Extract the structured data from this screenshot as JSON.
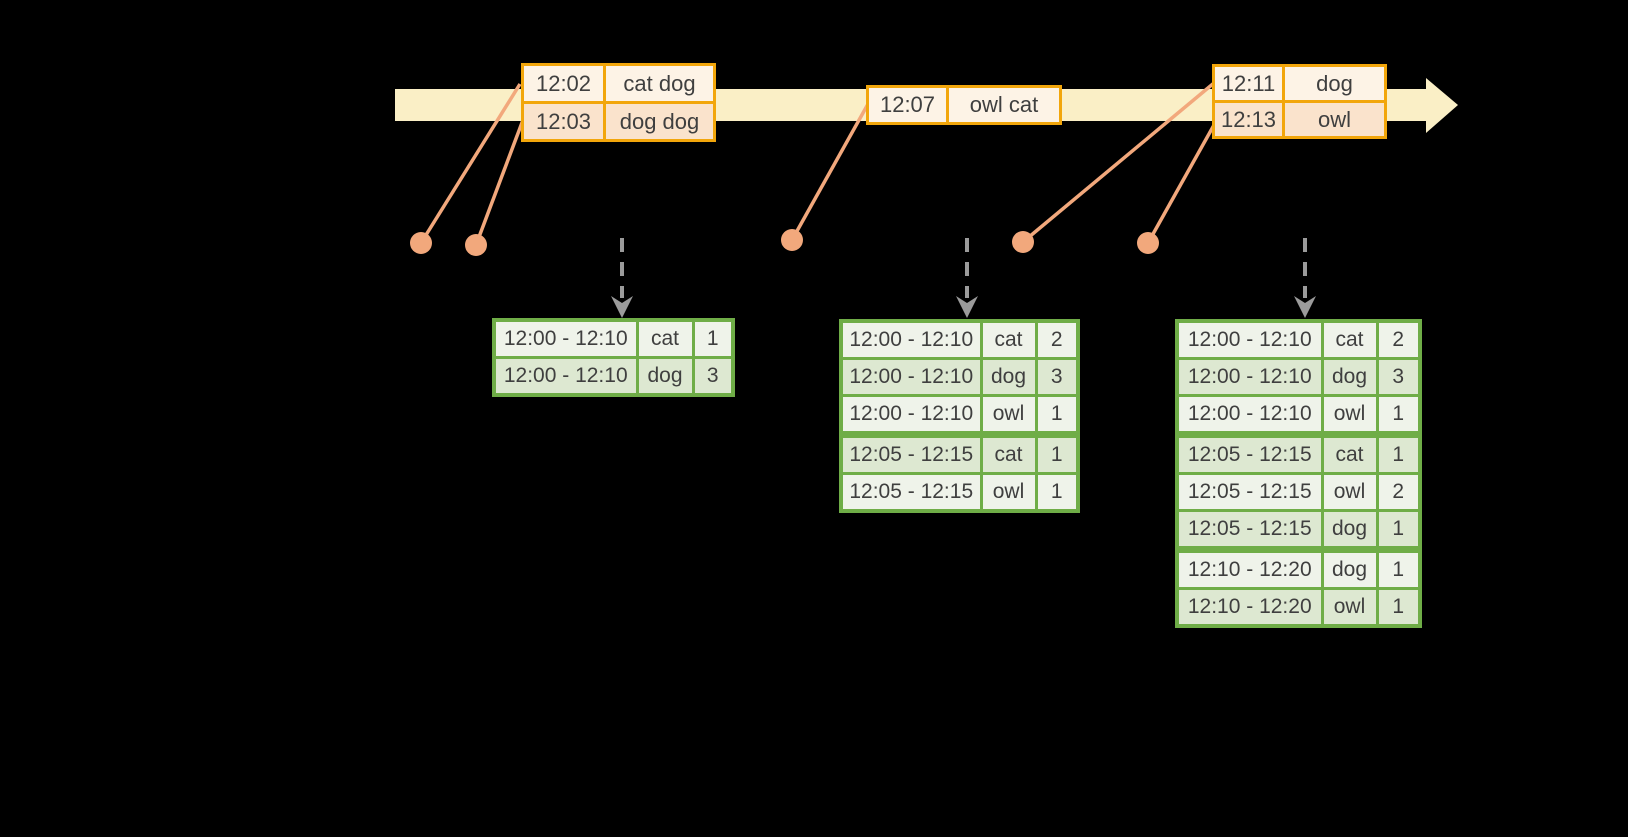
{
  "colors": {
    "background": "#000000",
    "timeline_bar": "#FAEFC6",
    "event_table_border": "#F2A60B",
    "event_row_dark": "#FAE3CC",
    "event_row_light": "#FDF3E6",
    "connector_salmon": "#F2A87C",
    "result_table_border": "#6FAD47",
    "result_row_dark": "#DDE8D1",
    "result_row_light": "#EFF3EA",
    "trigger_arrow_gray": "#9B9B9B",
    "table_text": "#3F3F3F"
  },
  "timeline": {
    "direction": "right"
  },
  "event_tables": [
    {
      "rows": [
        {
          "time": "12:02",
          "words": "cat dog"
        },
        {
          "time": "12:03",
          "words": "dog dog"
        }
      ]
    },
    {
      "rows": [
        {
          "time": "12:07",
          "words": "owl cat"
        }
      ]
    },
    {
      "rows": [
        {
          "time": "12:11",
          "words": "dog"
        },
        {
          "time": "12:13",
          "words": "owl"
        }
      ]
    }
  ],
  "result_tables": [
    {
      "rows": [
        {
          "window": "12:00 - 12:10",
          "word": "cat",
          "count": "1",
          "row_class": ""
        },
        {
          "window": "12:00 - 12:10",
          "word": "dog",
          "count": "3",
          "row_class": ""
        }
      ]
    },
    {
      "rows": [
        {
          "window": "12:00 - 12:10",
          "word": "cat",
          "count": "2",
          "row_class": ""
        },
        {
          "window": "12:00 - 12:10",
          "word": "dog",
          "count": "3",
          "row_class": ""
        },
        {
          "window": "12:00 - 12:10",
          "word": "owl",
          "count": "1",
          "row_class": ""
        },
        {
          "window": "12:05 - 12:15",
          "word": "cat",
          "count": "1",
          "row_class": "win-sep"
        },
        {
          "window": "12:05 - 12:15",
          "word": "owl",
          "count": "1",
          "row_class": ""
        }
      ]
    },
    {
      "rows": [
        {
          "window": "12:00 - 12:10",
          "word": "cat",
          "count": "2",
          "row_class": ""
        },
        {
          "window": "12:00 - 12:10",
          "word": "dog",
          "count": "3",
          "row_class": ""
        },
        {
          "window": "12:00 - 12:10",
          "word": "owl",
          "count": "1",
          "row_class": ""
        },
        {
          "window": "12:05 - 12:15",
          "word": "cat",
          "count": "1",
          "row_class": "win-sep"
        },
        {
          "window": "12:05 - 12:15",
          "word": "owl",
          "count": "2",
          "row_class": ""
        },
        {
          "window": "12:05 - 12:15",
          "word": "dog",
          "count": "1",
          "row_class": ""
        },
        {
          "window": "12:10 - 12:20",
          "word": "dog",
          "count": "1",
          "row_class": "win-sep"
        },
        {
          "window": "12:10 - 12:20",
          "word": "owl",
          "count": "1",
          "row_class": ""
        }
      ]
    }
  ]
}
